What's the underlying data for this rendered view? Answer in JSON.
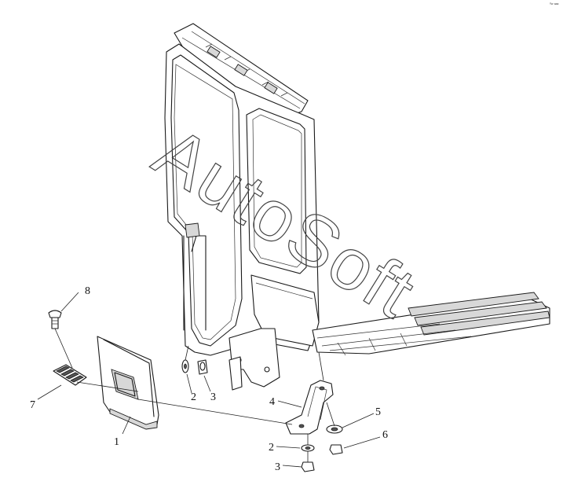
{
  "corner_mark": "⁰ʷ ᵃᵃᵃ",
  "watermark": "AutoSoft",
  "callouts": [
    {
      "id": "callout-1",
      "label": "1"
    },
    {
      "id": "callout-2a",
      "label": "2"
    },
    {
      "id": "callout-3a",
      "label": "3"
    },
    {
      "id": "callout-4",
      "label": "4"
    },
    {
      "id": "callout-5",
      "label": "5"
    },
    {
      "id": "callout-6",
      "label": "6"
    },
    {
      "id": "callout-2b",
      "label": "2"
    },
    {
      "id": "callout-3b",
      "label": "3"
    },
    {
      "id": "callout-7",
      "label": "7"
    },
    {
      "id": "callout-8",
      "label": "8"
    }
  ]
}
